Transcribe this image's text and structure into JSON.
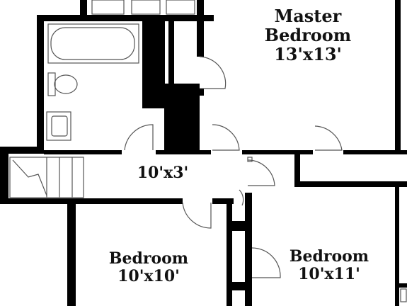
{
  "rooms": {
    "master": {
      "name": "Master\nBedroom",
      "size": "13'x13'"
    },
    "hall": {
      "size": "10'x3'"
    },
    "bedroom_left": {
      "name": "Bedroom",
      "size": "10'x10'"
    },
    "bedroom_right": {
      "name": "Bedroom",
      "size": "10'x11'"
    }
  },
  "colors": {
    "wall": "#000000",
    "line": "#555555",
    "background": "#ffffff"
  }
}
